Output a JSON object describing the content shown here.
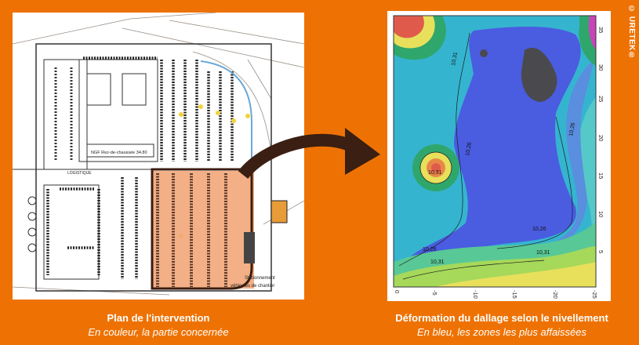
{
  "copyright": "© URETEK®",
  "left": {
    "title": "Plan de l'intervention",
    "subtitle": "En couleur, la partie concernée",
    "plan_labels": {
      "logistique": "LOGISTIQUE",
      "ngf": "NGF Rez-de-chaussée 34.80",
      "stationnement_1": "Stationnement",
      "stationnement_2": "véhicules de chantier"
    }
  },
  "right": {
    "title": "Déformation du dallage selon le nivellement",
    "subtitle": "En bleu, les zones les plus affaissées",
    "y_ticks": [
      "35",
      "30",
      "25",
      "20",
      "15",
      "10",
      "5"
    ],
    "x_ticks": [
      "0",
      "-5",
      "-10",
      "-15",
      "-20",
      "-25"
    ],
    "contour_labels": [
      "10,31",
      "10,31",
      "10,26",
      "10,26",
      "10,26",
      "10,31",
      "10,26",
      "10,31"
    ]
  }
}
